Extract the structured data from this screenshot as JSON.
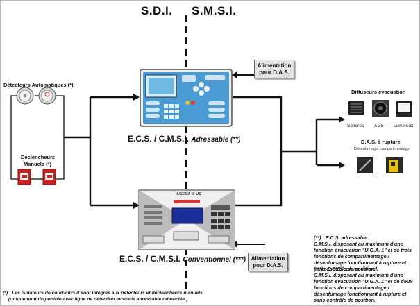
{
  "header": {
    "left": "S.D.I.",
    "right": "S.M.S.I."
  },
  "detectors": {
    "title": "Détecteurs Automatiques (*)",
    "declencheurs_line1": "Déclencheurs",
    "declencheurs_line2": "Manuels (*)"
  },
  "ecs_adressable": {
    "label": "E.C.S. / C.M.S.I. ",
    "label_italic": "Adressable (**)"
  },
  "ecs_conventionnel": {
    "label": "E.C.S. / C.M.S.I. ",
    "label_italic": "Conventionnel (***)",
    "panel_title": "AGEMA III-UC"
  },
  "alim_top": {
    "line1": "Alimentation",
    "line2": "pour D.A.S."
  },
  "alim_bottom": {
    "line1": "Alimentation",
    "line2": "pour D.A.S."
  },
  "diffuseurs": {
    "title": "Diffuseurs évacuation",
    "items": [
      "Sonores",
      "AGS",
      "Lumineux"
    ]
  },
  "das": {
    "title": "D.A.S. à rupture",
    "subtitle": "Désenfumage, compartimentage"
  },
  "notes": {
    "n2_head": "(**) : E.C.S. adressable.",
    "n2_body": "C.M.S.I. disposant au maximum d'une fonction évacuation \"U.G.A. 1\" et de trois fonctions de compartimentage / désenfumage fonctionnant à rupture et sans contrôle de position.",
    "n3_head": "(***) : E.C.S. conventionnel.",
    "n3_body": "C.M.S.I. disposant au maximum d'une fonction évacuation \"U.G.A. 1\" et de deux fonctions de compartimentage / désenfumage fonctionnant à rupture et sans contrôle de position.",
    "footnote_1": "(*) : Les isolateurs de court-circuit sont intégrés aux détecteurs et déclencheurs manuels",
    "footnote_2": "(uniquement disponible avec ligne de détection incendie adressable rebouclée.)"
  },
  "colors": {
    "panel_blue": "#3a8fc9",
    "lcd_blue": "#1a2f9a",
    "red": "#cc2222"
  }
}
